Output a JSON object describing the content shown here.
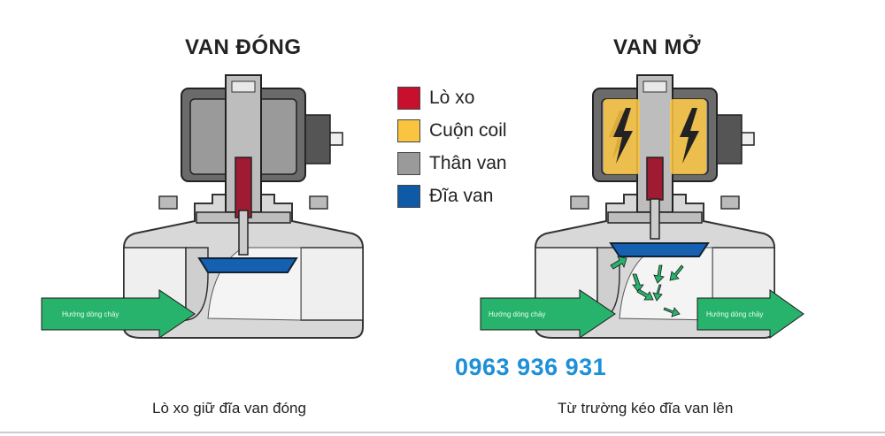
{
  "left": {
    "title": "VAN ĐÓNG",
    "caption": "Lò xo giữ đĩa van đóng",
    "flow_label": "Hướng dòng chảy"
  },
  "right": {
    "title": "VAN MỞ",
    "caption": "Từ trường kéo đĩa van lên",
    "flow_label": "Hướng dòng chảy"
  },
  "legend": [
    {
      "label": "Lò xo",
      "color": "#c8102e"
    },
    {
      "label": "Cuộn coil",
      "color": "#f9c440"
    },
    {
      "label": "Thân van",
      "color": "#9a9a9a"
    },
    {
      "label": "Đĩa van",
      "color": "#0f5aa6"
    }
  ],
  "phone": "0963 936 931"
}
